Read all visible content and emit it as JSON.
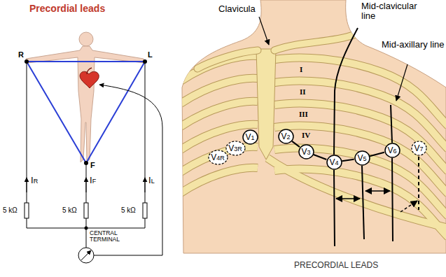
{
  "diagram": {
    "title": "Precordial leads",
    "caption": "PRECORDIAL LEADS",
    "nodes": [
      {
        "text": [
          "V4R"
        ]
      },
      {
        "text": [
          "V3R"
        ]
      },
      {
        "text": [
          "V1"
        ]
      },
      {
        "text": [
          "V2"
        ]
      },
      {
        "text": [
          "V3"
        ]
      },
      {
        "text": [
          "V4"
        ]
      },
      {
        "text": [
          "V5"
        ]
      },
      {
        "text": [
          "V6"
        ]
      },
      {
        "text": [
          "V7"
        ]
      }
    ],
    "edges": [
      {
        "from": 3,
        "to": 4,
        "arrow": "none"
      },
      {
        "from": 4,
        "to": 5,
        "arrow": "none"
      },
      {
        "from": 5,
        "to": 6,
        "arrow": "none"
      },
      {
        "from": 6,
        "to": 7,
        "arrow": "none"
      }
    ],
    "labels": [
      "R",
      "L",
      "F",
      "IR",
      "IF",
      "IL",
      "5 kΩ",
      "5 kΩ",
      "5 kΩ",
      "CENTRAL TERMINAL",
      "Clavicula",
      "Mid-clavicular line",
      "Mid-axillary line",
      "I",
      "II",
      "III",
      "IV"
    ]
  }
}
